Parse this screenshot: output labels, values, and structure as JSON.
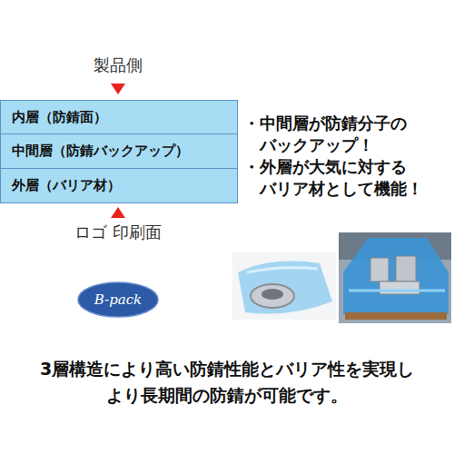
{
  "diagram": {
    "caption": "3層構造により高い防錆性能とバリア性を実現し より長期間の防錆が可能です。",
    "nodes": [
      {
        "text": [
          "内層（防錆面）"
        ]
      },
      {
        "text": [
          "中間層（防錆バックアップ）"
        ]
      },
      {
        "text": [
          "外層（バリア材）"
        ]
      },
      {
        "text": [
          "B-pack"
        ]
      }
    ],
    "labels": [
      "製品側",
      "ロゴ 印刷面",
      "・中間層が防錆分子の バックアップ！",
      "・外層が大気に対する バリア材として機能！"
    ]
  }
}
